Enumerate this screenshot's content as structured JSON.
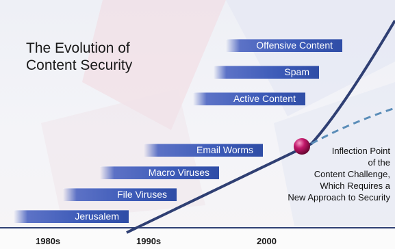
{
  "title": {
    "line1": "The Evolution of",
    "line2": "Content Security"
  },
  "threats": [
    {
      "label": "Offensive Content"
    },
    {
      "label": "Spam"
    },
    {
      "label": "Active Content"
    },
    {
      "label": "Email Worms"
    },
    {
      "label": "Macro Viruses"
    },
    {
      "label": "File Viruses"
    },
    {
      "label": "Jerusalem"
    }
  ],
  "annotation": {
    "line1": "Inflection Point",
    "line2": "of the",
    "line3": "Content Challenge,",
    "line4": "Which Requires a",
    "line5": "New Approach to Security"
  },
  "timeline": {
    "labels": [
      "1980s",
      "1990s",
      "2000"
    ]
  },
  "colors": {
    "bar": "#3d5bb8",
    "curve": "#2f3f73",
    "dashed": "#5a8db8",
    "inflection_point": "#b0105a"
  }
}
